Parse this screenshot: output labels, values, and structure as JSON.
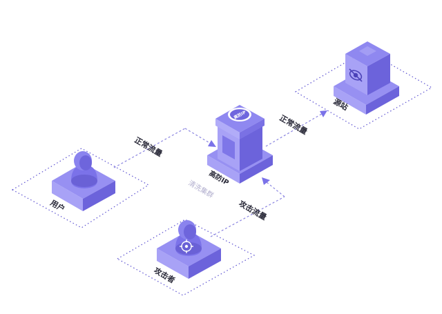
{
  "nodes": {
    "user": {
      "label": "用户"
    },
    "attacker": {
      "label": "攻击者"
    },
    "high_defense": {
      "label": "高防IP",
      "sublabel": "清洗集群",
      "badge": "高防IP"
    },
    "origin": {
      "label": "源站"
    }
  },
  "edges": {
    "user_to_highdef": {
      "label": "正常流量"
    },
    "highdef_to_origin": {
      "label": "正常流量"
    },
    "attacker_to_highdef": {
      "label": "攻击流量"
    }
  },
  "colors": {
    "accent": "#7b72e9",
    "top_face": "#8f88f0",
    "left_face": "#a49ef5",
    "right_face": "#6d64dc",
    "dotted_frame": "#5a4fd0",
    "text": "#2b2b3a",
    "sublabel": "#b3b0cf"
  }
}
